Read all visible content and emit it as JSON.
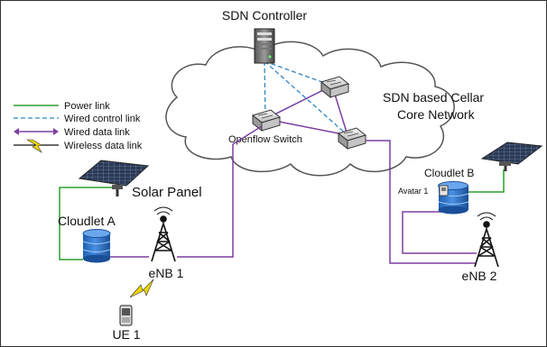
{
  "diagram": {
    "title_controller": "SDN Controller",
    "core_network_line1": "SDN based Cellar",
    "core_network_line2": "Core Network",
    "openflow_switch": "Openflow Switch",
    "solar_panel": "Solar Panel",
    "cloudlet_a": "Cloudlet A",
    "cloudlet_b": "Cloudlet B",
    "avatar": "Avatar 1",
    "enb1": "eNB 1",
    "enb2": "eNB 2",
    "ue1": "UE 1"
  },
  "legend": {
    "power_link": "Power link",
    "wired_control_link": "Wired control link",
    "wired_data_link": "Wired data link",
    "wireless_data_link": "Wireless data link"
  },
  "colors": {
    "power_link": "#2ca02c",
    "control_link": "#2e86c1",
    "data_link": "#7b3fa0",
    "wireless": "#f2d600",
    "cloudlet_blue": "#2a72c8"
  }
}
